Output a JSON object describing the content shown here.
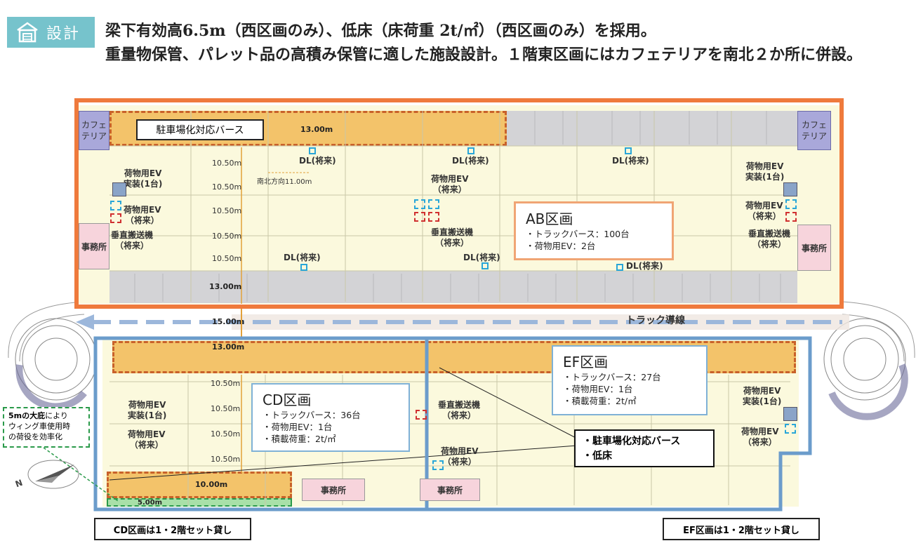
{
  "header": {
    "tag_label": "設計",
    "line1": "梁下有効高6.5m（西区画のみ）、低床（床荷重 2t/㎡）（西区画のみ）を採用。",
    "line2": "重量物保管、パレット品の高積み保管に適した施設設計。１階東区画にはカフェテリアを南北２か所に併設。"
  },
  "ab": {
    "parking_label": "駐車場化対応バース",
    "dim_13_top": "13.00m",
    "dim_13_bottom": "13.00m",
    "dim_15": "15.00m",
    "dims_1050": [
      "10.50m",
      "10.50m",
      "10.50m",
      "10.50m",
      "10.50m"
    ],
    "dim_ns": "南北方向11.00m",
    "cafe_left": "カフェテリア",
    "cafe_right": "カフェテリア",
    "office_left": "事務所",
    "office_right": "事務所",
    "ev_installed": "荷物用EV\n実装(1台)",
    "ev_future": "荷物用EV\n（将来）",
    "vert_future": "垂直搬送機\n（将来）",
    "dl_future": "DL(将来)",
    "info_title": "AB区画",
    "info_lines": [
      "・トラックバース：100台",
      "・荷物用EV：2台"
    ]
  },
  "truck_route": "トラック導線",
  "cd": {
    "dim_13": "13.00m",
    "dim_10": "10.00m",
    "dim_5": "5.00m",
    "dims_1050": [
      "10.50m",
      "10.50m",
      "10.50m",
      "10.50m"
    ],
    "ev_installed": "荷物用EV\n実装(1台)",
    "ev_future": "荷物用EV\n（将来）",
    "office": "事務所",
    "info_title": "CD区画",
    "info_lines": [
      "・トラックバース：36台",
      "・荷物用EV：1台",
      "・積載荷重：2t/㎡"
    ],
    "note_bold": "5mの大庇",
    "note_rest1": "により",
    "note_rest2": "ウィング車使用時",
    "note_rest3": "の荷役を効率化",
    "bottom_label": "CD区画は1・2階セット貸し"
  },
  "ef": {
    "vert_future": "垂直搬送機\n（将来）",
    "ev_future": "荷物用EV\n（将来）",
    "ev_installed": "荷物用EV\n実装(1台)",
    "office": "事務所",
    "info_title": "EF区画",
    "info_lines": [
      "・トラックバース：27台",
      "・荷物用EV：1台",
      "・積載荷重：2t/㎡"
    ],
    "callout_lines": [
      "・駐車場化対応バース",
      "・低床"
    ],
    "bottom_label": "EF区画は1・2階セット貸し"
  },
  "compass_label": "N",
  "colors": {
    "tag": "#76c3cc",
    "ab_frame": "#ef7a3c",
    "cdef_frame": "#6b9ccb",
    "floor": "#fbf9dd",
    "berth_gray": "#d3d3d6",
    "berth_gold": "#f3c36a",
    "cafe": "#a9a8da",
    "office": "#f7d4dc"
  }
}
